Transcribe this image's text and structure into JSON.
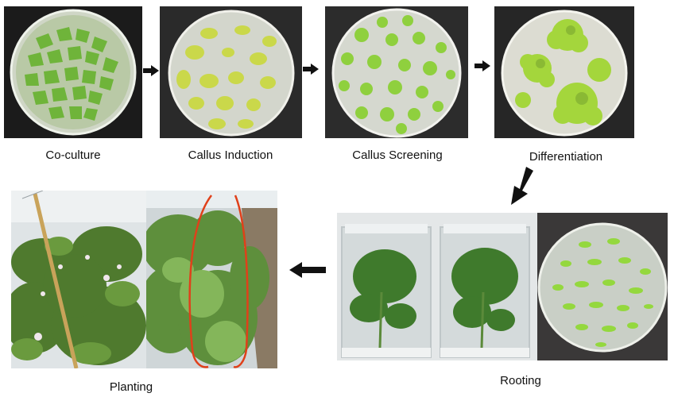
{
  "steps": [
    {
      "label": "Co-culture"
    },
    {
      "label": "Callus Induction"
    },
    {
      "label": "Callus Screening"
    },
    {
      "label": "Differentiation"
    },
    {
      "label": "Rooting"
    },
    {
      "label": "Planting"
    }
  ],
  "colors": {
    "dish_dark_bg": "#1c1c1c",
    "agar": "#d9ded0",
    "leaf_green": "#7cbf3a",
    "callus_yellow": "#c9d84a",
    "shoot_light": "#a6dc4a",
    "arrow": "#111111",
    "field_line": "#e0401a"
  },
  "icons": [
    "right-arrow-icon",
    "down-left-arrow-icon",
    "left-arrow-icon"
  ]
}
